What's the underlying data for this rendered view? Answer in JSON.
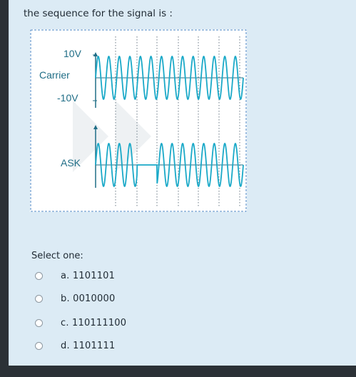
{
  "question": {
    "text": "the sequence for the signal is :"
  },
  "figure": {
    "carrier_label": "Carrier",
    "plus_label": "10V",
    "minus_label": "-10V",
    "ask_label": "ASK",
    "signal_color": "#1aa9c8",
    "axis_color": "#1f6d86",
    "watermark_color": "#eef1f3"
  },
  "select_label": "Select one:",
  "options": [
    {
      "label": "a. 1101101"
    },
    {
      "label": "b. 0010000"
    },
    {
      "label": "c. 110111100"
    },
    {
      "label": "d. 1101111"
    }
  ]
}
